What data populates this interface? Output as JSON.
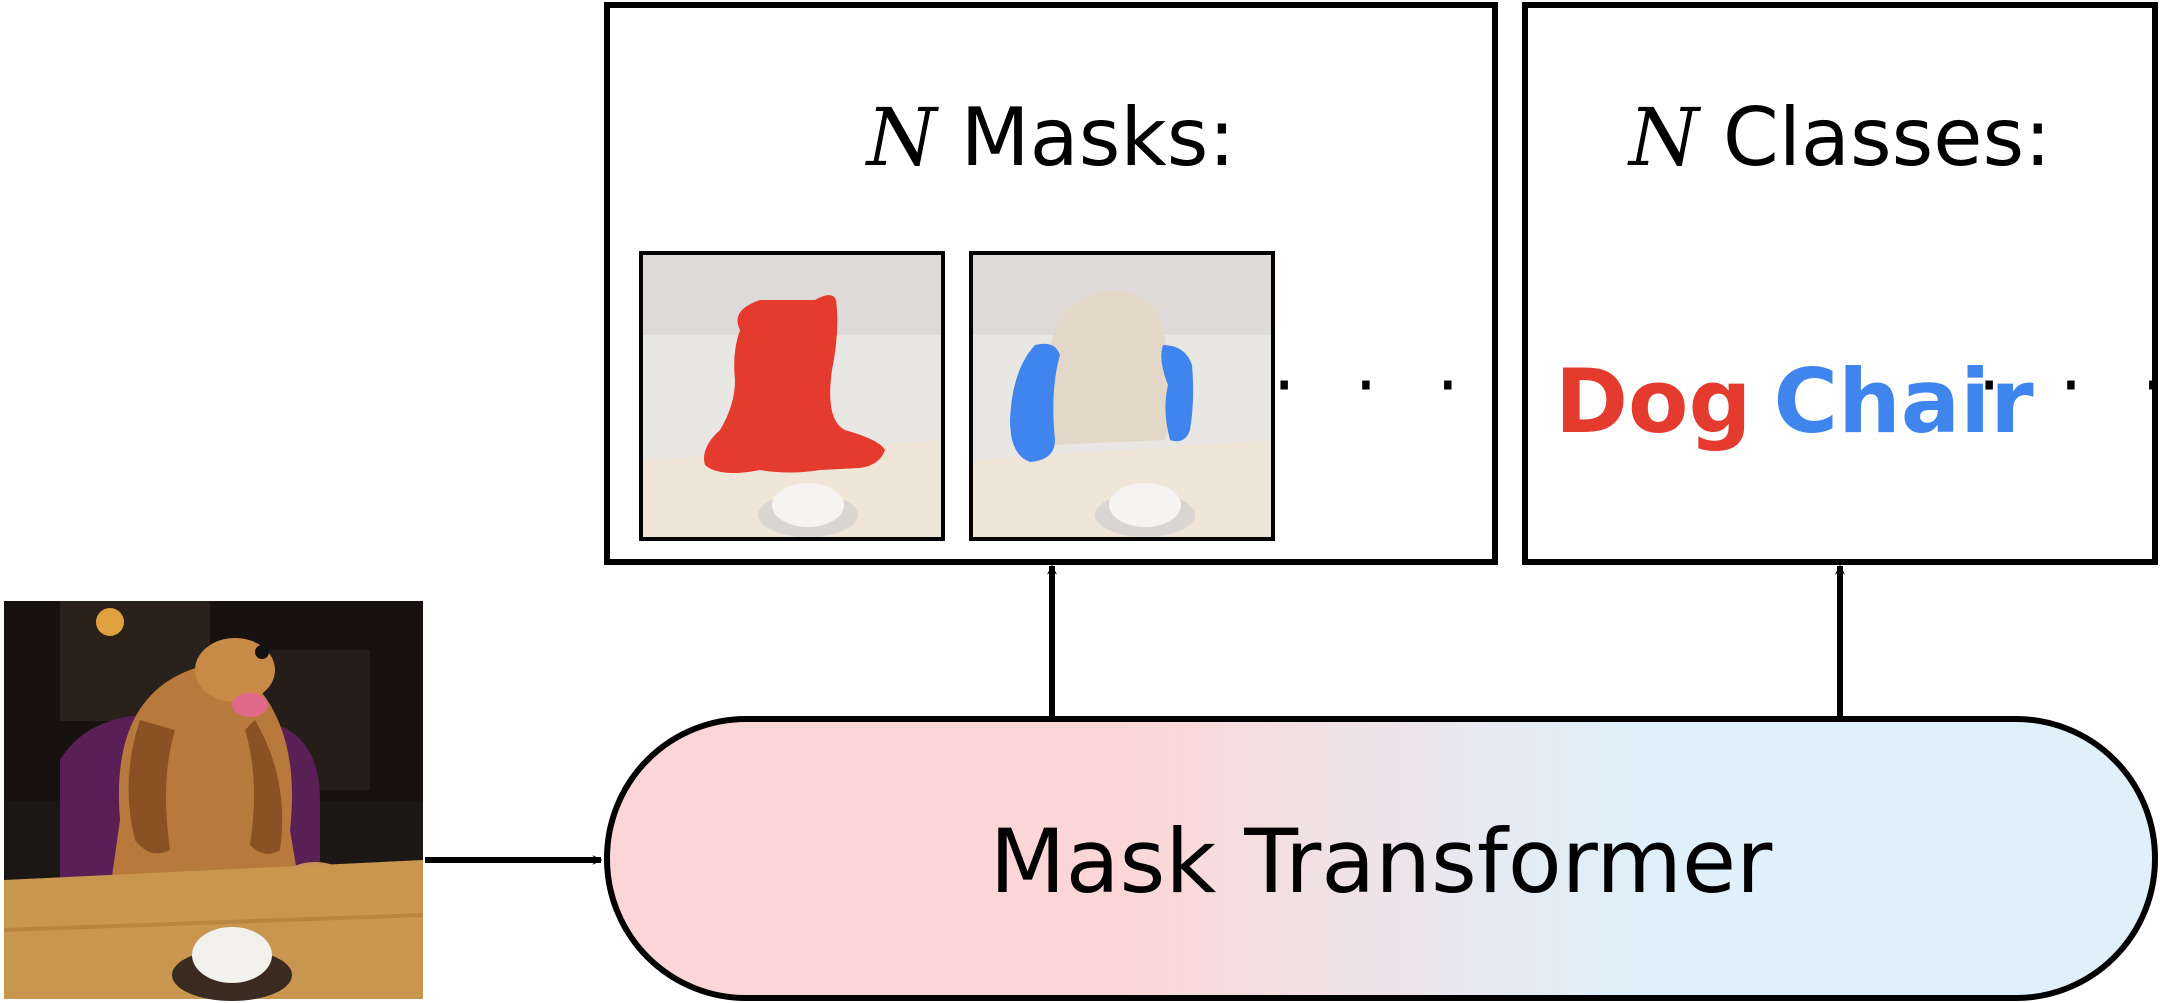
{
  "masks_panel": {
    "n": "N",
    "label": "Masks:",
    "ellipsis": "· · ·"
  },
  "classes_panel": {
    "n": "N",
    "label": "Classes:",
    "class_1": "Dog",
    "class_2": "Chair",
    "ellipsis": "· · ·"
  },
  "transformer": {
    "label": "Mask Transformer"
  },
  "colors": {
    "dog": "#e53b2f",
    "chair": "#4085ee",
    "pill_left": "#fcd6d6",
    "pill_right": "#dff0fa"
  }
}
